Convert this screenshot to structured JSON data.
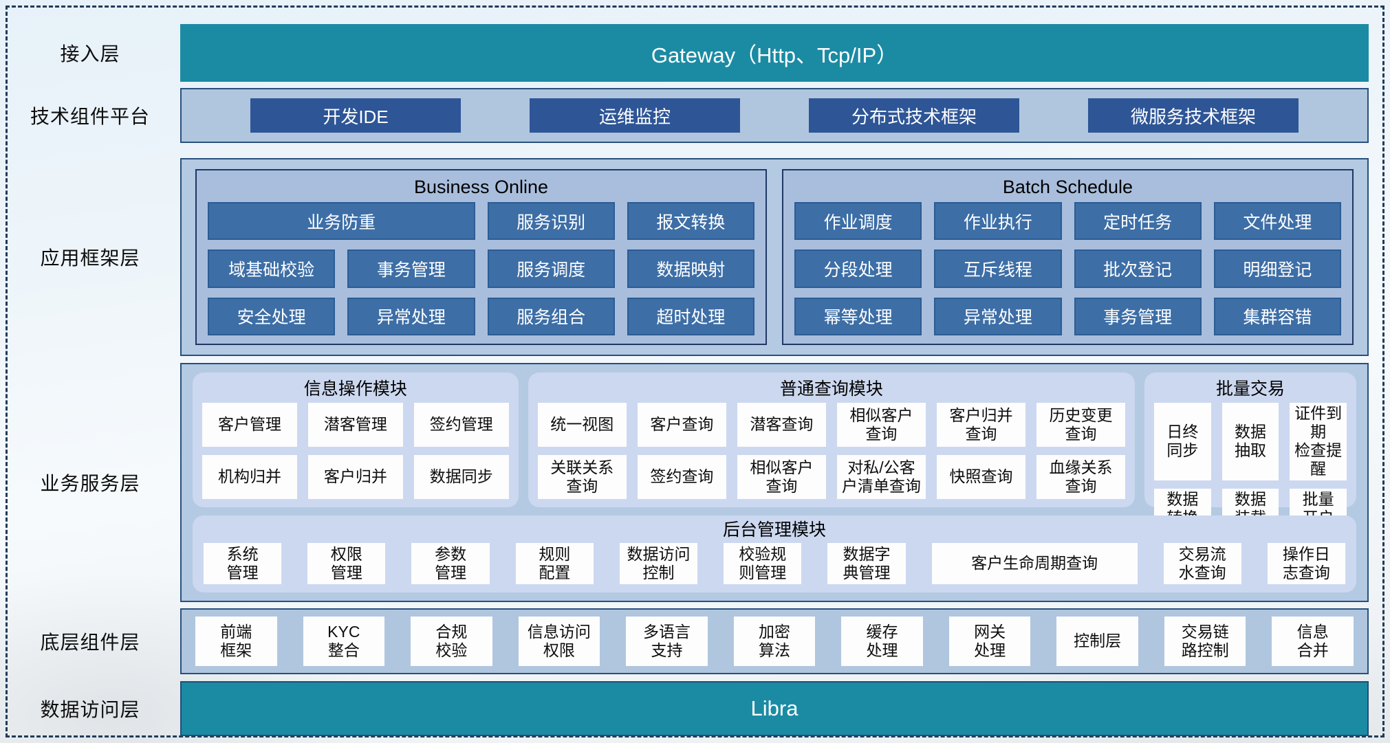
{
  "colors": {
    "teal": "#1b8ba4",
    "dark_blue_button": "#2e5596",
    "steel_blue_button": "#3d6ea6",
    "container_fill": "#b4c9e2",
    "panel_fill": "#ccd8ef",
    "container_border": "#27507e"
  },
  "layers": {
    "access": {
      "label": "接入层",
      "gateway": "Gateway（Http、Tcp/IP）"
    },
    "tech_platform": {
      "label": "技术组件平台",
      "items": [
        "开发IDE",
        "运维监控",
        "分布式技术框架",
        "微服务技术框架"
      ]
    },
    "app_framework": {
      "label": "应用框架层",
      "business_online": {
        "title": "Business Online",
        "items": [
          "业务防重",
          "服务识别",
          "报文转换",
          "域基础校验",
          "事务管理",
          "服务调度",
          "数据映射",
          "安全处理",
          "异常处理",
          "服务组合",
          "超时处理"
        ]
      },
      "batch_schedule": {
        "title": "Batch Schedule",
        "items": [
          "作业调度",
          "作业执行",
          "定时任务",
          "文件处理",
          "分段处理",
          "互斥线程",
          "批次登记",
          "明细登记",
          "幂等处理",
          "异常处理",
          "事务管理",
          "集群容错"
        ]
      }
    },
    "business_service": {
      "label": "业务服务层",
      "info_module": {
        "title": "信息操作模块",
        "items": [
          "客户管理",
          "潜客管理",
          "签约管理",
          "机构归并",
          "客户归并",
          "数据同步"
        ]
      },
      "query_module": {
        "title": "普通查询模块",
        "items": [
          "统一视图",
          "客户查询",
          "潜客查询",
          "相似客户\n查询",
          "客户归并\n查询",
          "历史变更\n查询",
          "关联关系\n查询",
          "签约查询",
          "相似客户\n查询",
          "对私/公客\n户清单查询",
          "快照查询",
          "血缘关系\n查询"
        ]
      },
      "batch_module": {
        "title": "批量交易",
        "items": [
          "日终\n同步",
          "数据\n抽取",
          "证件到期\n检查提醒",
          "数据\n转换",
          "数据\n装载",
          "批量\n开户"
        ]
      },
      "admin_module": {
        "title": "后台管理模块",
        "items": [
          "系统\n管理",
          "权限\n管理",
          "参数\n管理",
          "规则\n配置",
          "数据访问\n控制",
          "校验规\n则管理",
          "数据字\n典管理",
          "客户生命周期查询",
          "交易流\n水查询",
          "操作日\n志查询"
        ]
      }
    },
    "base_components": {
      "label": "底层组件层",
      "items": [
        "前端\n框架",
        "KYC\n整合",
        "合规\n校验",
        "信息访问\n权限",
        "多语言\n支持",
        "加密\n算法",
        "缓存\n处理",
        "网关\n处理",
        "控制层",
        "交易链\n路控制",
        "信息\n合并"
      ]
    },
    "data_access": {
      "label": "数据访问层",
      "bar": "Libra"
    }
  }
}
